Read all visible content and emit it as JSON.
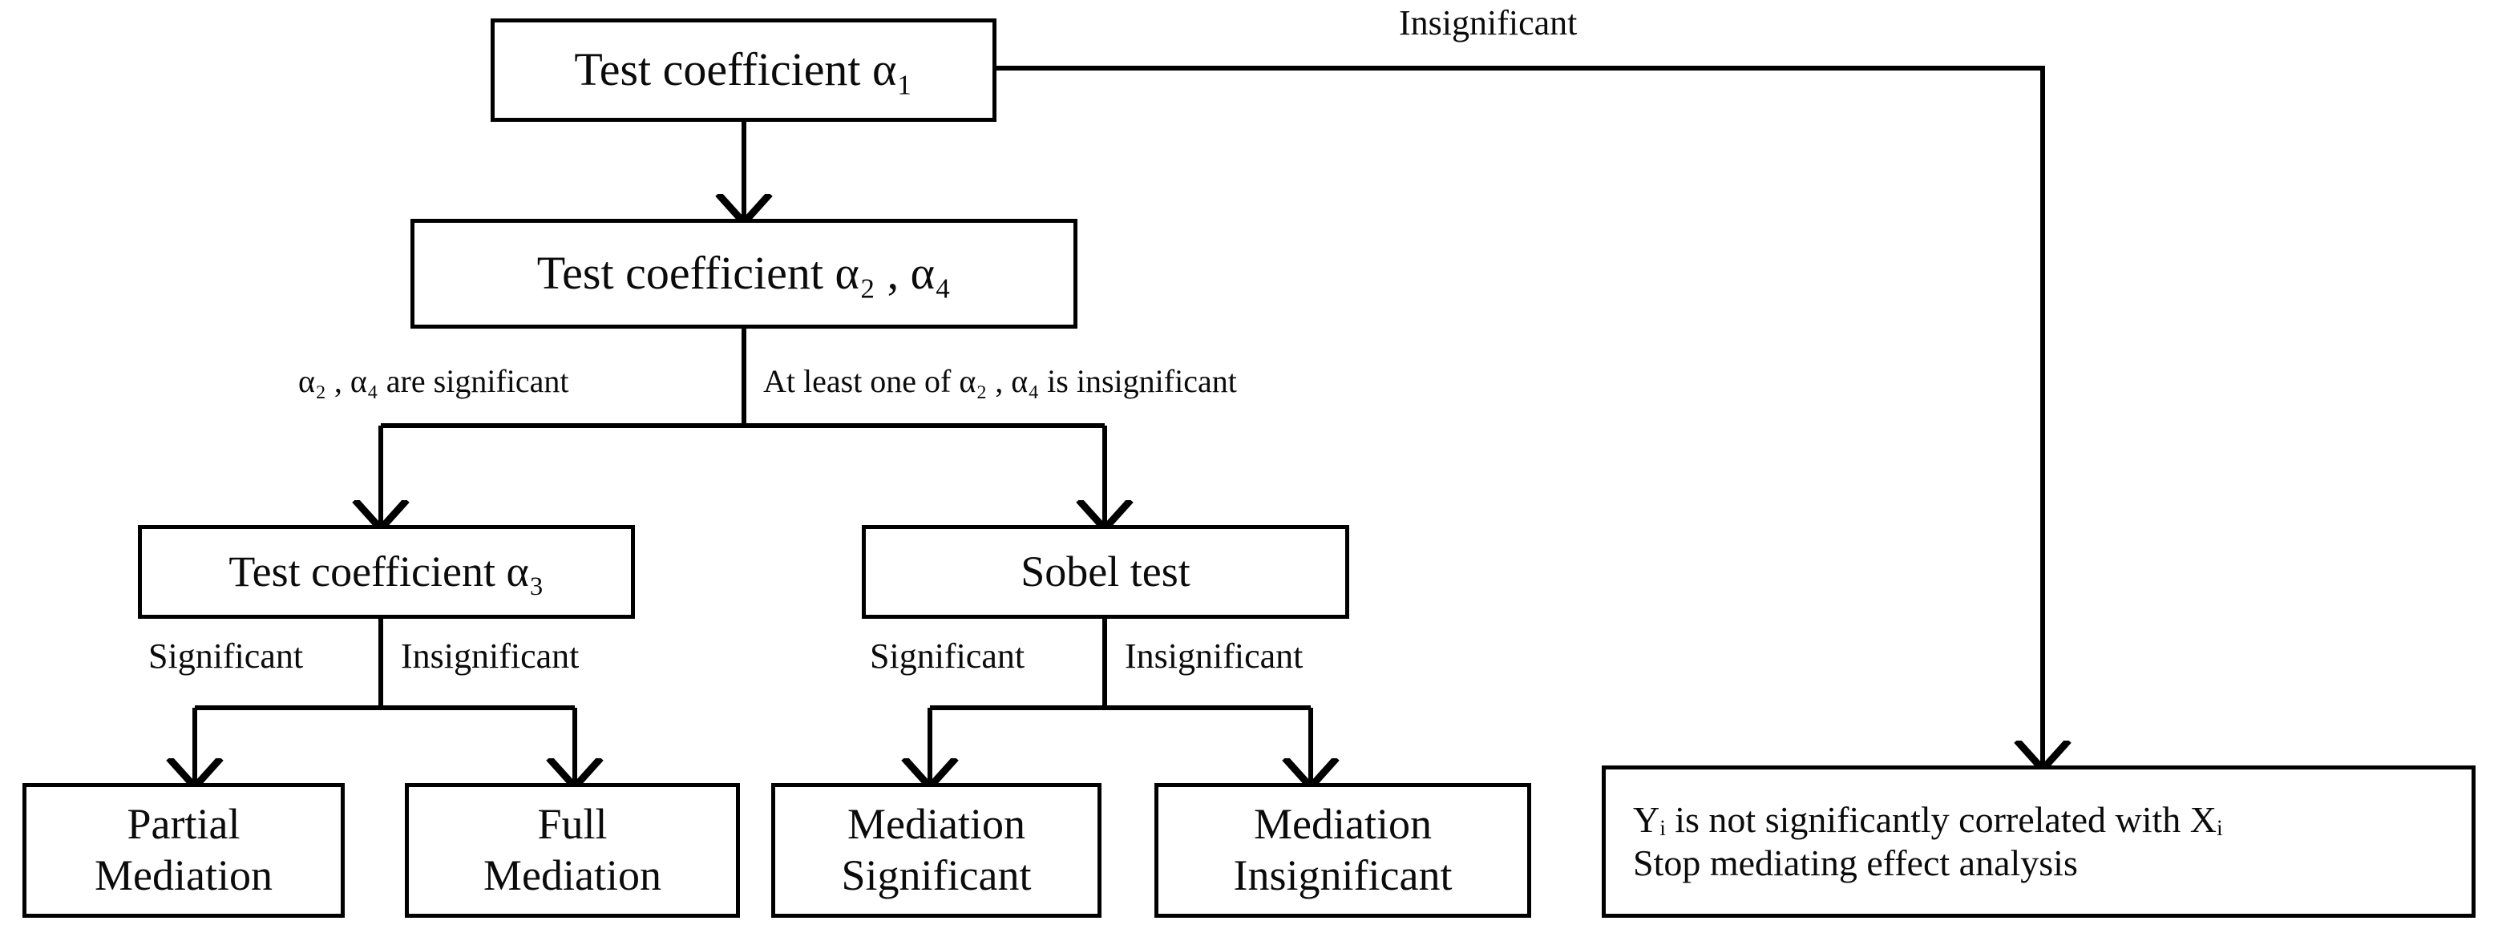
{
  "diagram": {
    "title": "Mediating effect test flowchart",
    "background": "#ffffff",
    "line_color": "#000000",
    "text_color": "#0b0b0b"
  },
  "nodes": {
    "test_a1": {
      "line1": "Test coefficient α₁"
    },
    "test_a2a4": {
      "line1": "Test coefficient α₂ , α₄"
    },
    "test_a3": {
      "line1": "Test coefficient α₃"
    },
    "sobel": {
      "line1": "Sobel test"
    },
    "partial_mediation": {
      "line1": "Partial",
      "line2": "Mediation"
    },
    "full_mediation": {
      "line1": "Full",
      "line2": "Mediation"
    },
    "mediation_significant": {
      "line1": "Mediation",
      "line2": "Significant"
    },
    "mediation_insignificant": {
      "line1": "Mediation",
      "line2": "Insignificant"
    },
    "stop_analysis": {
      "line1": "Yᵢ is not significantly correlated with Xᵢ",
      "line2": "Stop mediating effect analysis"
    }
  },
  "edge_labels": {
    "a1_insignificant": "Insignificant",
    "a2a4_significant": "α₂ , α₄ are significant",
    "a2a4_at_least_one_insignificant": "At least one of  α₂ , α₄ is insignificant",
    "a3_significant": "Significant",
    "a3_insignificant": "Insignificant",
    "sobel_significant": "Significant",
    "sobel_insignificant": "Insignificant"
  }
}
